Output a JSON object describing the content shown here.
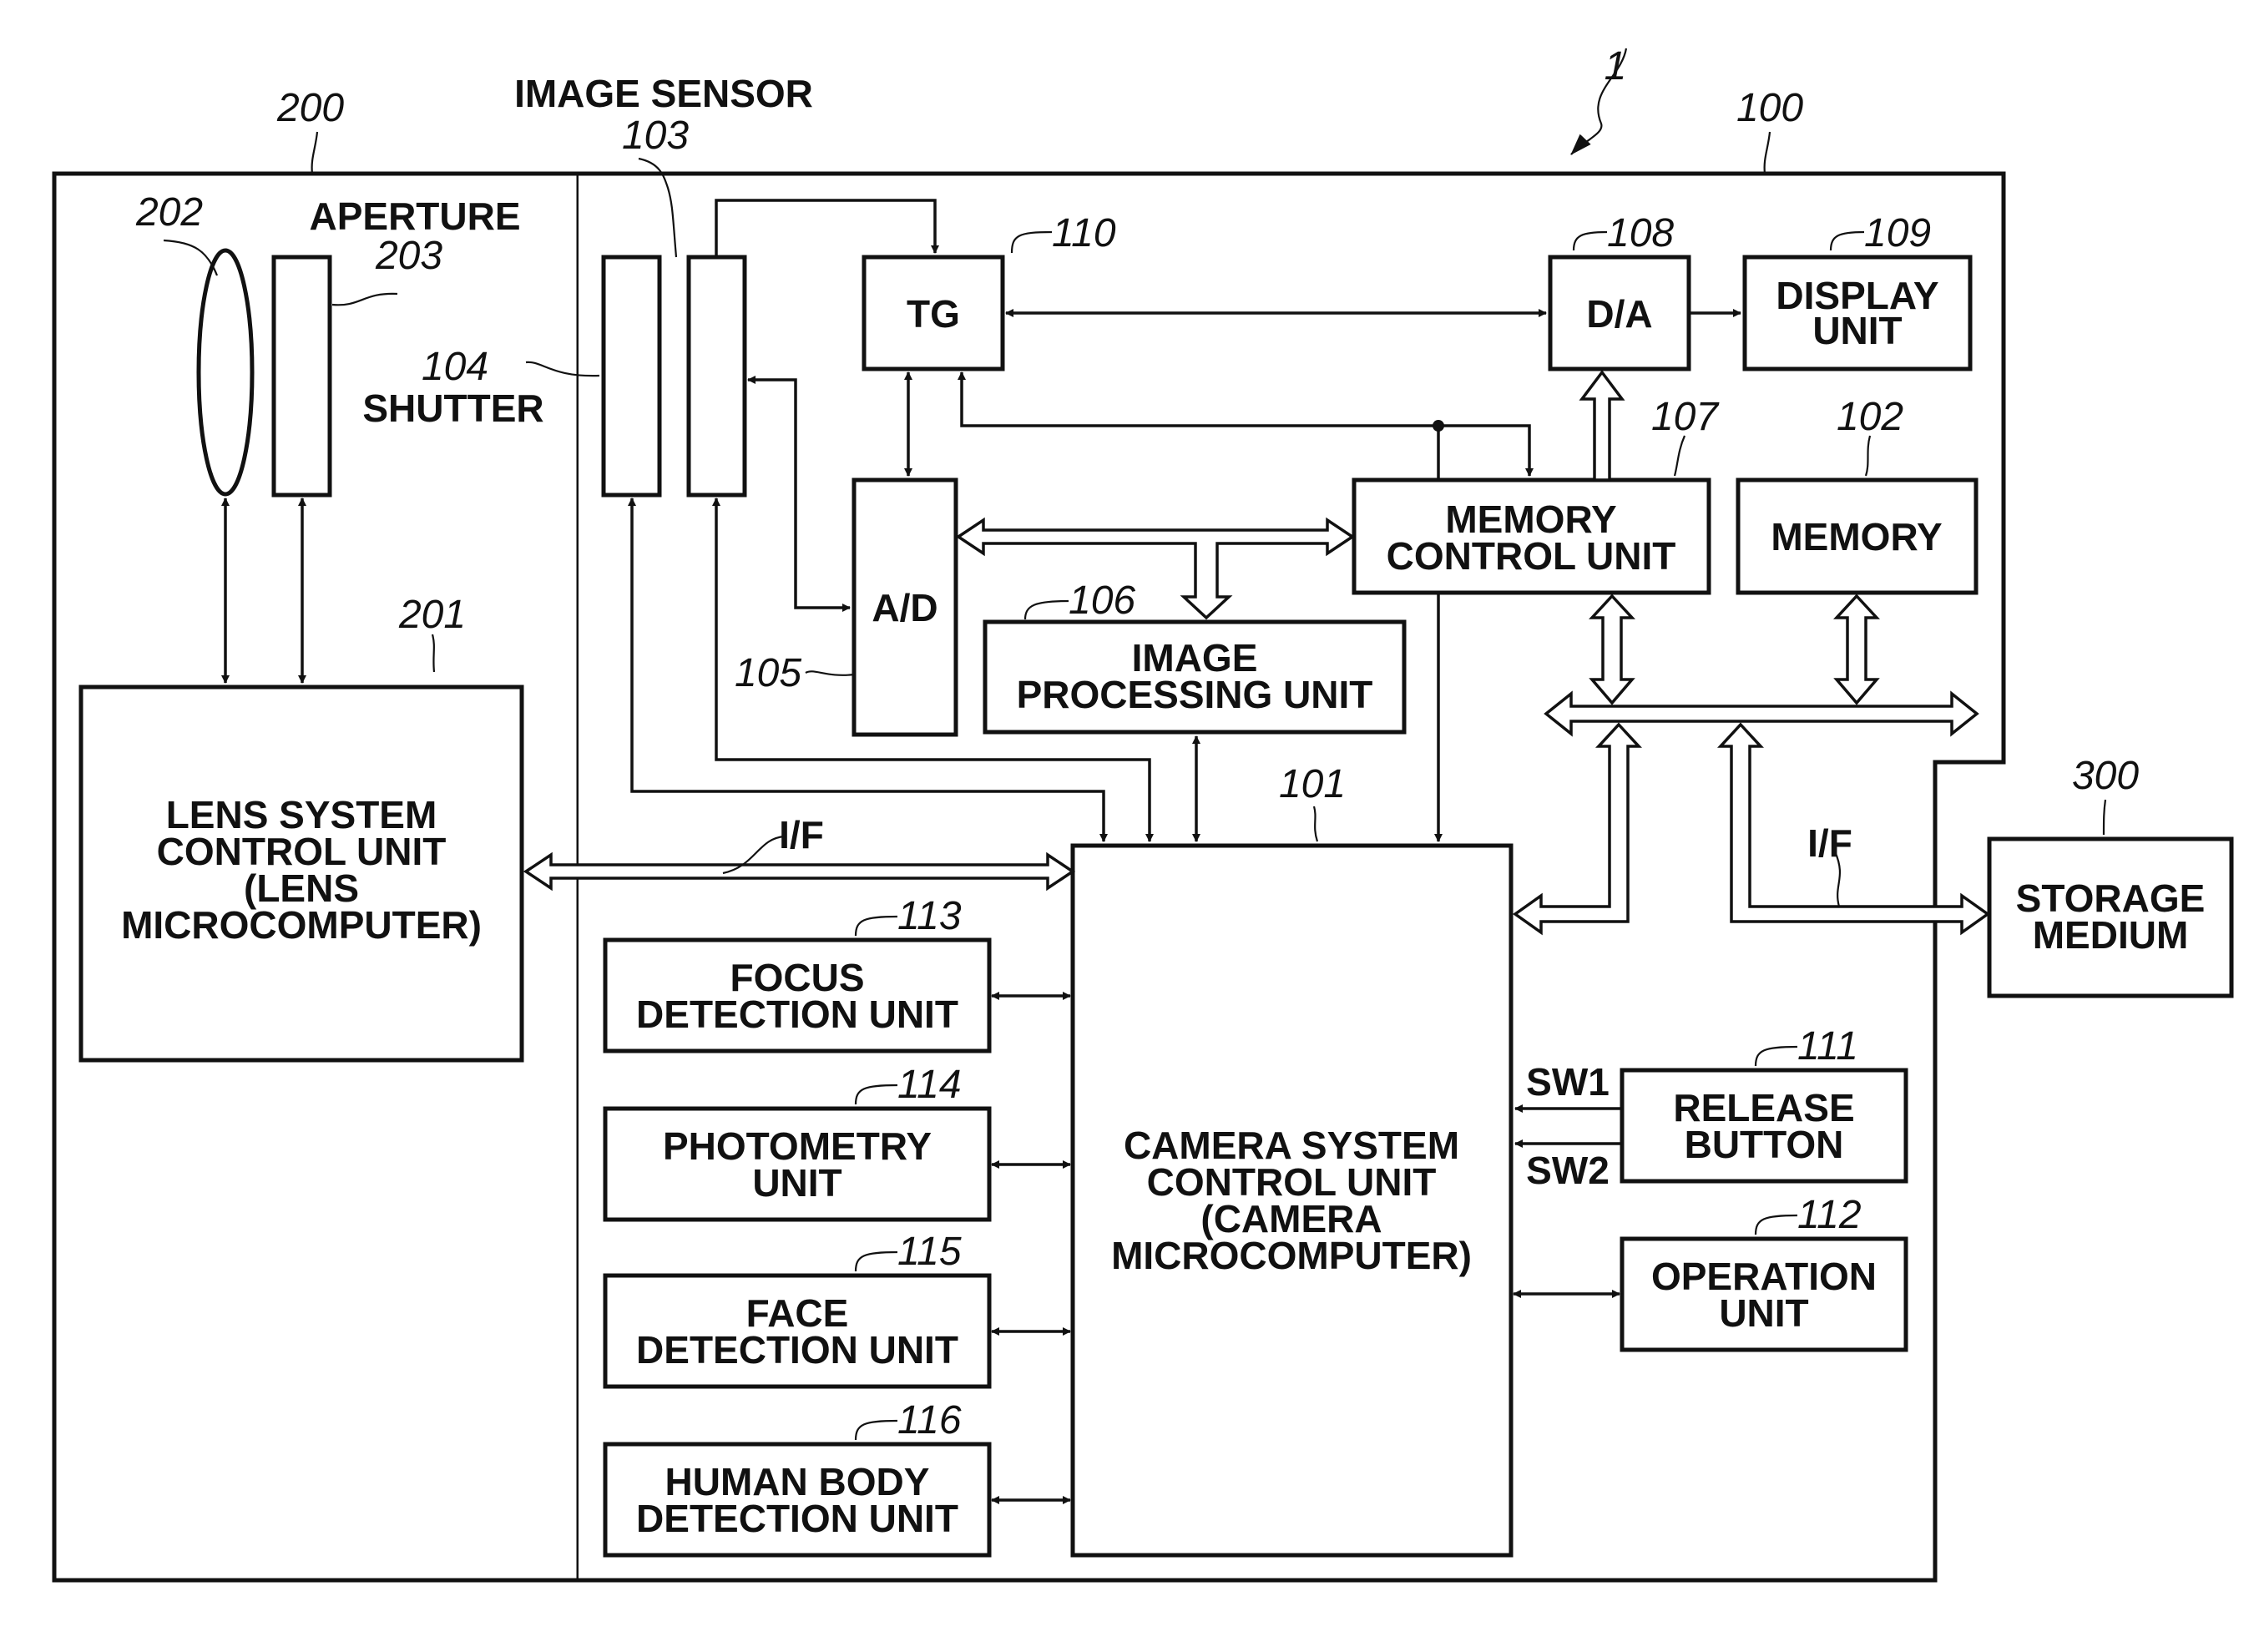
{
  "refs": {
    "system": "1",
    "camera_body": "100",
    "lens_unit": "200",
    "storage_ref": "300",
    "lens": "202",
    "aperture": "203",
    "image_sensor": "103",
    "shutter": "104",
    "tg": "110",
    "da": "108",
    "display": "109",
    "memory_control": "107",
    "memory": "102",
    "ad": "105",
    "image_processing": "106",
    "camera_control": "101",
    "lens_control": "201",
    "focus": "113",
    "photometry": "114",
    "face": "115",
    "human_body": "116",
    "release": "111",
    "operation": "112"
  },
  "labels": {
    "image_sensor": "IMAGE SENSOR",
    "aperture": "APERTURE",
    "shutter": "SHUTTER",
    "tg": "TG",
    "da": "D/A",
    "display": [
      "DISPLAY",
      "UNIT"
    ],
    "memory_control": [
      "MEMORY",
      "CONTROL UNIT"
    ],
    "memory": "MEMORY",
    "ad": "A/D",
    "image_processing": [
      "IMAGE",
      "PROCESSING UNIT"
    ],
    "lens_control": [
      "LENS SYSTEM",
      "CONTROL UNIT",
      "(LENS",
      "MICROCOMPUTER)"
    ],
    "camera_control": [
      "CAMERA SYSTEM",
      "CONTROL UNIT",
      "(CAMERA",
      "MICROCOMPUTER)"
    ],
    "focus": [
      "FOCUS",
      "DETECTION UNIT"
    ],
    "photometry": [
      "PHOTOMETRY",
      "UNIT"
    ],
    "face": [
      "FACE",
      "DETECTION UNIT"
    ],
    "human_body": [
      "HUMAN BODY",
      "DETECTION UNIT"
    ],
    "release": [
      "RELEASE",
      "BUTTON"
    ],
    "operation": [
      "OPERATION",
      "UNIT"
    ],
    "storage": [
      "STORAGE",
      "MEDIUM"
    ],
    "if_lens": "I/F",
    "if_storage": "I/F",
    "sw1": "SW1",
    "sw2": "SW2"
  }
}
